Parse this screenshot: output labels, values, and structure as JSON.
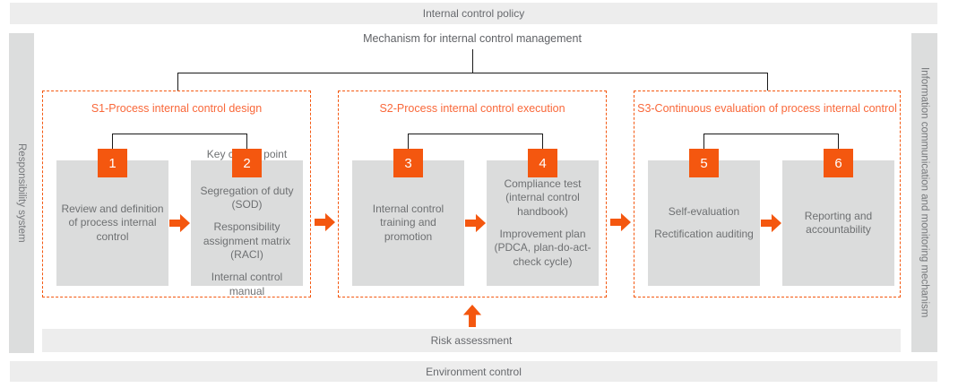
{
  "colors": {
    "accent_orange": "#f4570f",
    "title_orange": "#f9683a",
    "connector_black": "#1a1a1a",
    "bar_gray": "#ededed",
    "sidebar_gray": "#dcdddd",
    "box_gray": "#dbdcdc",
    "text_gray": "#6e7072"
  },
  "top_bar": {
    "label": "Internal control policy"
  },
  "mechanism": {
    "label": "Mechanism for internal control management"
  },
  "sidebars": {
    "left": "Responsibility system",
    "right": "Information communication and monitoring mechanism"
  },
  "sections": [
    {
      "id": "S1",
      "title": "S1-Process internal control design",
      "steps": [
        {
          "num": "1",
          "lines": [
            "Review and definition of process internal control"
          ]
        },
        {
          "num": "2",
          "lines": [
            "Key control point (KCP)",
            "Segregation of duty (SOD)",
            "Responsibility assignment matrix (RACI)",
            "Internal control manual"
          ]
        }
      ]
    },
    {
      "id": "S2",
      "title": "S2-Process internal control execution",
      "steps": [
        {
          "num": "3",
          "lines": [
            "Internal control training and promotion"
          ]
        },
        {
          "num": "4",
          "lines": [
            "Compliance test (internal control handbook)",
            "Improvement plan (PDCA, plan-do-act-check cycle)"
          ]
        }
      ]
    },
    {
      "id": "S3",
      "title": "S3-Continuous evaluation of process internal control",
      "steps": [
        {
          "num": "5",
          "lines": [
            "Self-evaluation",
            "Rectification auditing"
          ]
        },
        {
          "num": "6",
          "lines": [
            "Reporting and accountability"
          ]
        }
      ]
    }
  ],
  "bottom_bars": {
    "risk": "Risk assessment",
    "environment": "Environment control"
  }
}
